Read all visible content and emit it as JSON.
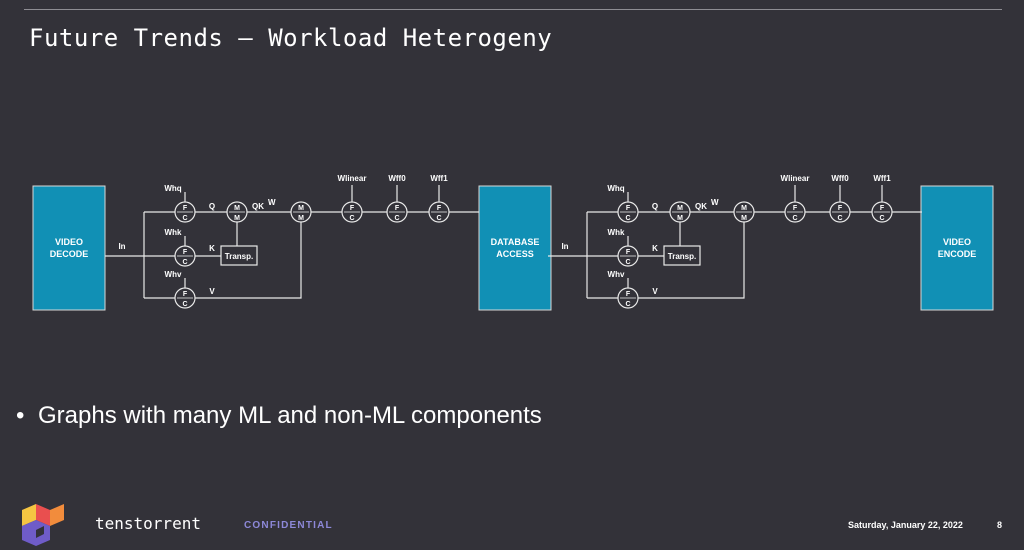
{
  "slide": {
    "title": "Future Trends – Workload Heterogeny",
    "bullet": "Graphs with many ML and non-ML components"
  },
  "diagram": {
    "blocks": {
      "video_decode": [
        "VIDEO",
        "DECODE"
      ],
      "database_access": [
        "DATABASE",
        "ACCESS"
      ],
      "video_encode": [
        "VIDEO",
        "ENCODE"
      ]
    },
    "attention": {
      "input_label": "In",
      "weights": [
        "Whq",
        "Whk",
        "Whv"
      ],
      "edge_labels": [
        "Q",
        "K",
        "V"
      ],
      "qk_label": "QK",
      "qk_superscript": "W",
      "transpose_label": "Transp.",
      "fc_letters": [
        "F",
        "C"
      ],
      "mm_letters": [
        "M",
        "M"
      ]
    },
    "ff_weights": [
      "Wlinear",
      "Wff0",
      "Wff1"
    ]
  },
  "colors": {
    "background": "#333239",
    "block_fill": "#1190b5",
    "line": "#e8e8e8",
    "confidential": "#8d88d8"
  },
  "footer": {
    "brand": "tenstorrent",
    "confidential": "CONFIDENTIAL",
    "date": "Saturday, January 22, 2022",
    "page_number": "8"
  }
}
